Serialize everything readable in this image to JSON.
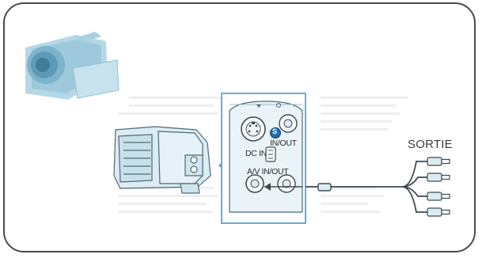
{
  "diagram": {
    "output_label": "SORTIE",
    "ports": {
      "s_video_label": "IN/OUT",
      "s_badge": "S",
      "dc_label": "DC IN",
      "av_label": "A/V IN/OUT"
    },
    "colors": {
      "accent_blue": "#5aa6c8",
      "panel_fill": "#e9f3f8",
      "line": "#3d4a52"
    }
  }
}
